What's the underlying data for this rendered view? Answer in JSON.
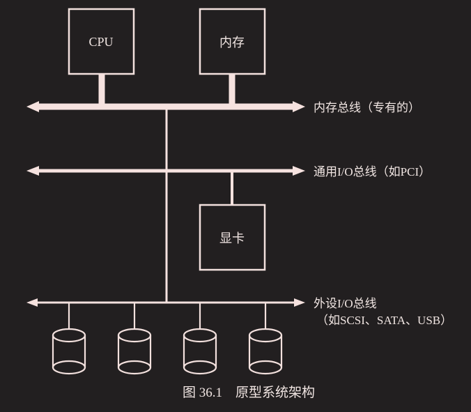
{
  "diagram": {
    "components": {
      "cpu": "CPU",
      "memory": "内存",
      "graphics_card": "显卡"
    },
    "buses": {
      "memory_bus": "内存总线（专有的）",
      "general_io_bus": "通用I/O总线（如PCI）",
      "peripheral_io_bus_line1": "外设I/O总线",
      "peripheral_io_bus_line2": "（如SCSI、SATA、USB）"
    },
    "disk_count": 4,
    "caption": "图 36.1　原型系统架构"
  },
  "colors": {
    "background": "#221f20",
    "foreground": "#f3e1de"
  }
}
